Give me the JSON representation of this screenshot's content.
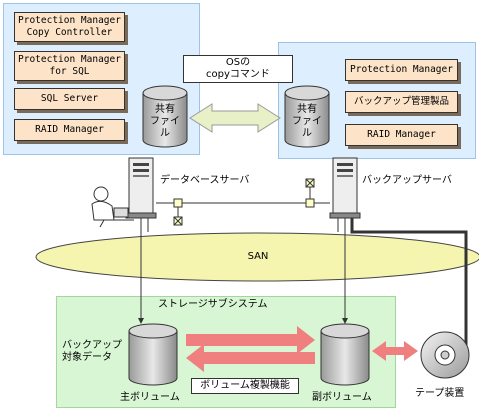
{
  "left_products": [
    "Protection Manager\nCopy Controller",
    "Protection Manager\nfor SQL",
    "SQL Server",
    "RAID Manager"
  ],
  "right_products": [
    "Protection Manager",
    "バックアップ管理製品",
    "RAID Manager"
  ],
  "shared_file_label": "共有\nファイル",
  "copy_command": {
    "line1": "OSの",
    "line2": "copyコマンド"
  },
  "db_server_label": "データベースサーバ",
  "backup_server_label": "バックアップサーバ",
  "san_label": "SAN",
  "storage_title": "ストレージサブシステム",
  "backup_data_label": {
    "line1": "バックアップ",
    "line2": "対象データ"
  },
  "primary_volume_label": "主ボリューム",
  "secondary_volume_label": "副ボリューム",
  "volume_copy_label": "ボリューム複製機能",
  "tape_label": "テープ装置",
  "colors": {
    "panel": "#ddeeff",
    "storage": "#d8f5d4",
    "product": "#fde4c8",
    "san": "#f5f5b0",
    "arrow": "#f08080",
    "copy_arrow": "#e8f0c8"
  }
}
